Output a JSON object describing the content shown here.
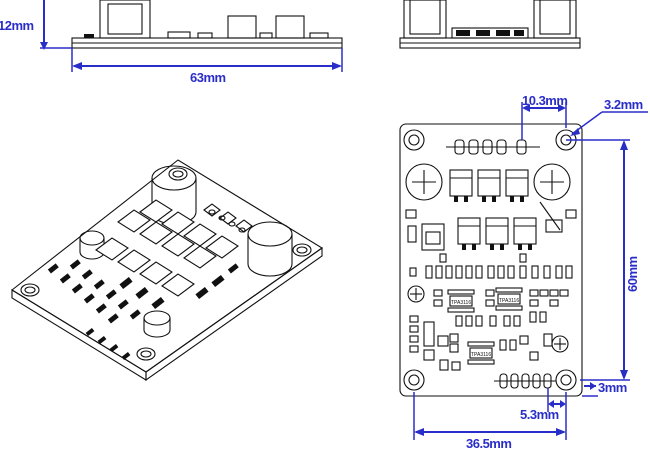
{
  "dimensions": {
    "side_height": "12mm",
    "side_length": "63mm",
    "hole_spacing": "10.3mm",
    "hole_diameter": "3.2mm",
    "board_height": "60mm",
    "edge_offset": "3mm",
    "pin_offset": "5.3mm",
    "hole_span": "36.5mm"
  },
  "chip_labels": {
    "u1": "TPA3116",
    "u2": "TPA3116",
    "u3": "TPA3116"
  },
  "colors": {
    "dimension": "#2a2ec8",
    "ink": "#111111"
  }
}
